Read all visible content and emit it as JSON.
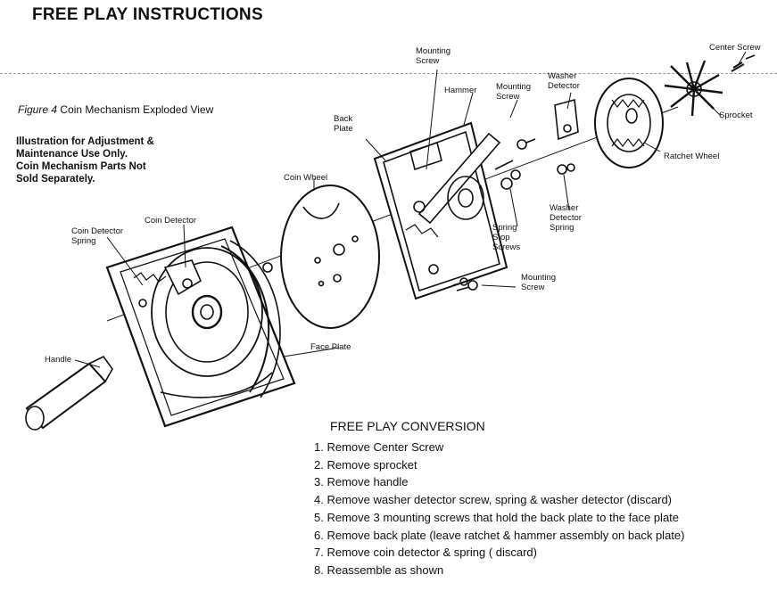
{
  "header": {
    "title": "FREE PLAY INSTRUCTIONS"
  },
  "figure": {
    "caption_prefix": "Figure 4",
    "caption_text": "Coin Mechanism Exploded View",
    "disclaimer_lines": [
      "Illustration for Adjustment &",
      "Maintenance Use Only.",
      "Coin Mechanism Parts Not",
      "Sold Separately."
    ]
  },
  "labels": {
    "center_screw": "Center Screw",
    "sprocket": "Sprocket",
    "ratchet_wheel": "Ratchet Wheel",
    "washer_detector": [
      "Washer",
      "Detector"
    ],
    "mounting_screw_top": [
      "Mounting",
      "Screw"
    ],
    "mounting_screw_mid": [
      "Mounting",
      "Screw"
    ],
    "hammer": "Hammer",
    "back_plate": [
      "Back",
      "Plate"
    ],
    "washer_detector_spring": [
      "Washer",
      "Detector",
      "Spring"
    ],
    "spring_stop_screws": [
      "Spring",
      "Stop",
      "Screws"
    ],
    "mounting_screw_bottom": [
      "Mounting",
      "Screw"
    ],
    "coin_wheel": "Coin Wheel",
    "coin_detector": "Coin Detector",
    "coin_detector_spring": [
      "Coin Detector",
      "Spring"
    ],
    "face_plate": "Face Plate",
    "handle": "Handle"
  },
  "instructions": {
    "title": "FREE PLAY CONVERSION",
    "steps": [
      "1. Remove Center Screw",
      "2. Remove sprocket",
      "3. Remove handle",
      "4. Remove washer detector screw, spring & washer detector (discard)",
      "5. Remove 3 mounting screws that hold the back plate to the face plate",
      "6. Remove back plate (leave ratchet & hammer assembly on back plate)",
      "7. Remove coin detector & spring ( discard)",
      "8. Reassemble as shown"
    ]
  }
}
